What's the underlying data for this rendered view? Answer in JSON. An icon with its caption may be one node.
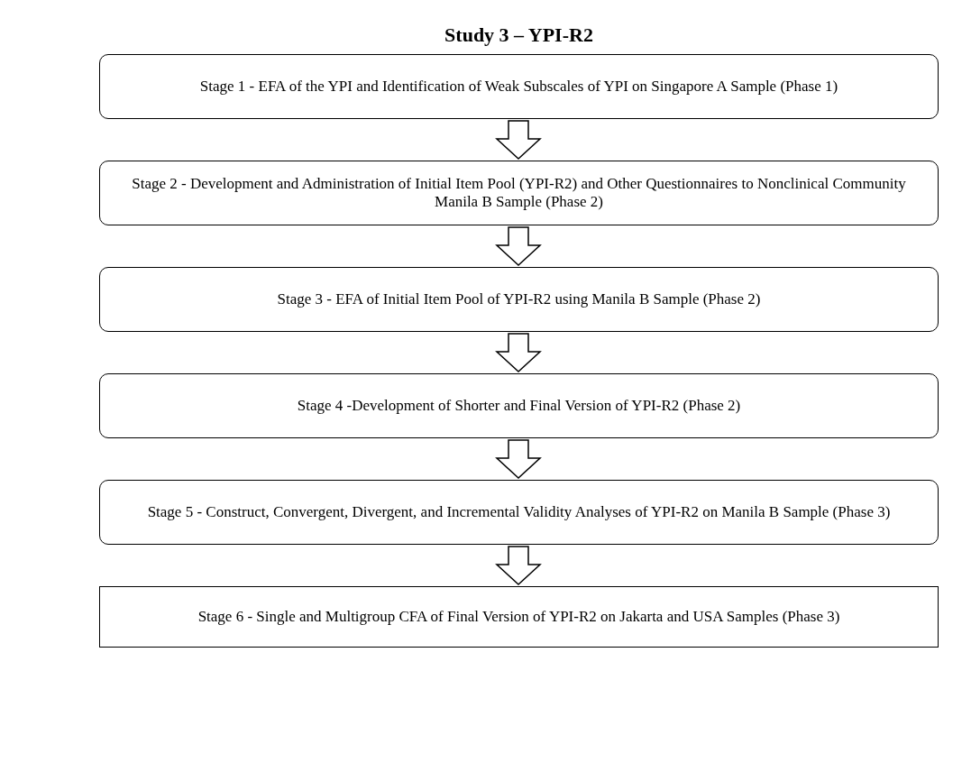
{
  "diagram": {
    "title": "Study 3 – YPI-R2",
    "nodes": [
      {
        "text": [
          "Stage 1 - EFA of the YPI and Identification of Weak Subscales of YPI on Singapore A Sample (Phase 1)"
        ]
      },
      {
        "text": [
          "Stage 2 - Development and Administration of Initial Item Pool (YPI-R2) and Other Questionnaires to Nonclinical Community Manila B Sample (Phase 2)"
        ]
      },
      {
        "text": [
          "Stage 3 - EFA of Initial Item Pool of YPI-R2 using Manila B Sample (Phase 2)"
        ]
      },
      {
        "text": [
          "Stage 4 -Development of Shorter and Final Version of YPI-R2 (Phase 2)"
        ]
      },
      {
        "text": [
          "Stage 5 - Construct, Convergent, Divergent, and Incremental Validity Analyses of YPI-R2 on Manila B Sample (Phase 3)"
        ]
      },
      {
        "text": [
          "Stage 6 - Single and Multigroup CFA of Final Version of YPI-R2 on Jakarta and USA Samples (Phase 3)"
        ]
      }
    ],
    "edges": [
      {
        "from": 0,
        "to": 1,
        "arrow": "to"
      },
      {
        "from": 1,
        "to": 2,
        "arrow": "to"
      },
      {
        "from": 2,
        "to": 3,
        "arrow": "to"
      },
      {
        "from": 3,
        "to": 4,
        "arrow": "to"
      },
      {
        "from": 4,
        "to": 5,
        "arrow": "to"
      }
    ]
  }
}
